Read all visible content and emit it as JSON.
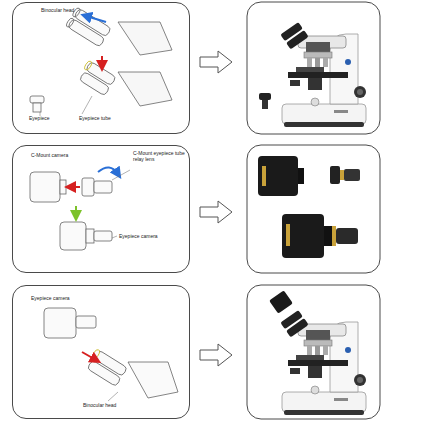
{
  "diagram": {
    "nodes": [
      {
        "text": [
          "Binocular head",
          "Eyepiece",
          "Eyepiece tube"
        ]
      },
      {
        "text": [
          "C-Mount camera",
          "C-Mount eyepiece tube relay lens",
          "Eyepiece camera"
        ]
      },
      {
        "text": [
          "Eyepiece camera",
          "Binocular head"
        ]
      }
    ]
  }
}
